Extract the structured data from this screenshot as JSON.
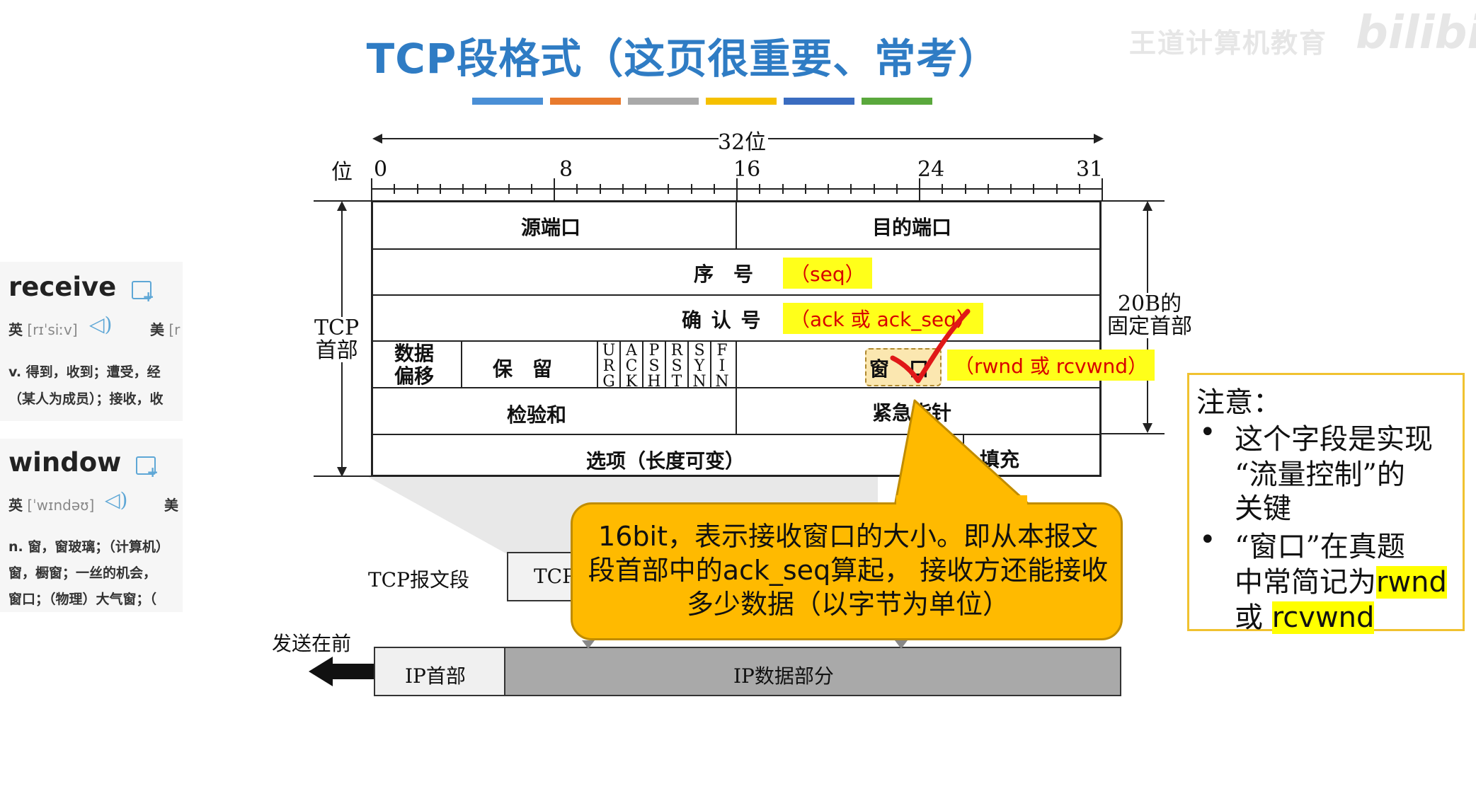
{
  "title": "TCP段格式（这页很重要、常考）",
  "color_bar": [
    "#4a8fd6",
    "#e87a2d",
    "#a9a9a9",
    "#f5c000",
    "#3a6cc0",
    "#5aa83c"
  ],
  "watermark": "王道计算机教育",
  "watermark_logo": "bilibili",
  "dictionary": [
    {
      "word": "receive",
      "uk_label": "英",
      "uk_phonetic": "[rɪˈsiːv]",
      "us_label": "美",
      "us_phonetic": "[r",
      "def_lines": [
        "v. 得到，收到；遭受，经",
        "（某人为成员）；接收，收"
      ]
    },
    {
      "word": "window",
      "uk_label": "英",
      "uk_phonetic": "[ˈwɪndəʊ]",
      "us_label": "美",
      "us_phonetic": "",
      "def_lines": [
        "n. 窗，窗玻璃；（计算机）",
        "窗，橱窗；一丝的机会，",
        "窗口；（物理）大气窗；（"
      ]
    }
  ],
  "diagram": {
    "width_label": "32位",
    "bit_label": "位",
    "scale": [
      "0",
      "8",
      "16",
      "24",
      "31"
    ],
    "header_left": "TCP\n首部",
    "header_right": "20B的\n固定首部",
    "src_port": "源端口",
    "dst_port": "目的端口",
    "seq": "序　号",
    "seq_note": "（seq）",
    "ack": "确 认 号",
    "ack_note": "（ack 或 ack_seq）",
    "data_offset": "数据\n偏移",
    "reserved": "保　留",
    "flags": [
      "URG",
      "ACK",
      "PSH",
      "RST",
      "SYN",
      "FIN"
    ],
    "window": "窗　口",
    "window_note": "（rwnd 或 rcvwnd）",
    "checksum": "检验和",
    "urgent": "紧急指针",
    "options": "选项（长度可变）",
    "padding": "填充",
    "tcp_segment_label": "TCP报文段",
    "tcp_header_short": "TCP",
    "send_first": "发送在前",
    "ip_header": "IP首部",
    "ip_data": "IP数据部分"
  },
  "callout": "16bit，表示接收窗口的大小。即从本报文段首部中的ack_seq算起， 接收方还能接收多少数据（以字节为单位）",
  "note": {
    "heading": "注意：",
    "bullet1_lines": [
      "这个字段是实现",
      "“流量控制”的",
      "关键"
    ],
    "bullet2_prefix": "“窗口”在真题",
    "bullet2_mid": "中常简记为",
    "bullet2_hl1": "rwnd",
    "bullet2_or": "或 ",
    "bullet2_hl2": "rcvwnd"
  }
}
